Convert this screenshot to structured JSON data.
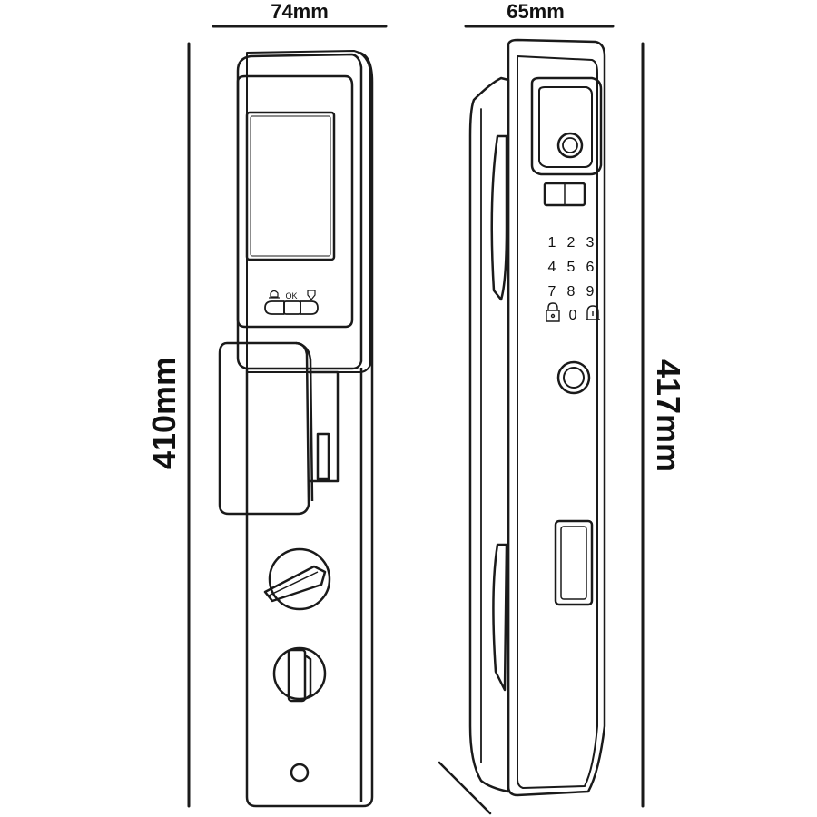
{
  "dimensions": {
    "front_width": "74mm",
    "side_width": "65mm",
    "front_height": "410mm",
    "side_height": "417mm"
  },
  "front_panel": {
    "button_ok_label": "OK"
  },
  "side_panel": {
    "keypad_rows": [
      [
        "1",
        "2",
        "3"
      ],
      [
        "4",
        "5",
        "6"
      ],
      [
        "7",
        "8",
        "9"
      ]
    ],
    "keypad_zero": "0"
  },
  "colors": {
    "line": "#1a1a1a",
    "background": "#ffffff"
  }
}
